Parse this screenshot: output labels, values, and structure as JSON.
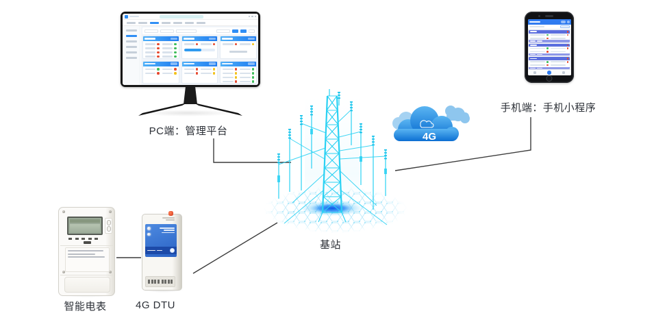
{
  "diagram": {
    "pc_label": "PC端：管理平台",
    "phone_label": "手机端：手机小程序",
    "station_label": "基站",
    "meter_label": "智能电表",
    "dtu_label": "4G DTU",
    "cloud_text": "4G"
  },
  "colors": {
    "accent_blue": "#2f8ef5",
    "card_header_from": "#4fb0f8",
    "card_header_to": "#1f7cf0",
    "tower_cyan": "#29d1f3",
    "cloud_dark": "#0b6ed2",
    "cloud_light": "#5ab5f2",
    "status_green": "#3dbd5b",
    "status_red": "#e6482e",
    "status_yellow": "#f2c21a",
    "connector": "#3c3c3c"
  },
  "pc_dashboard": {
    "cards": [
      {
        "type": "grid",
        "dots": [
          "red",
          "green",
          "red",
          "green",
          "red",
          "green",
          "red",
          "green"
        ]
      },
      {
        "type": "progress",
        "dots": [
          "red",
          "red"
        ],
        "progress_pct": 55
      },
      {
        "type": "empty",
        "dots": [
          "red",
          "yellow"
        ]
      },
      {
        "type": "grid",
        "dots": [
          "green",
          "red",
          "red",
          "yellow"
        ]
      },
      {
        "type": "grid",
        "dots": [
          "red",
          "yellow",
          "red",
          "yellow"
        ]
      },
      {
        "type": "grid",
        "dots": [
          "red",
          "green",
          "yellow",
          "green",
          "yellow",
          "green",
          "red",
          "green"
        ]
      }
    ]
  },
  "phone_app": {
    "cards": [
      {
        "header_dot": "red",
        "rows": [
          [
            "green",
            "red"
          ],
          [
            "red",
            "none"
          ]
        ]
      },
      {
        "header_dot": "red",
        "rows": [
          [
            "green",
            "red"
          ],
          [
            "red",
            "none"
          ]
        ]
      },
      {
        "header_dot": "red",
        "rows": [
          [
            "green",
            "red"
          ],
          [
            "red",
            "none"
          ]
        ]
      }
    ]
  }
}
